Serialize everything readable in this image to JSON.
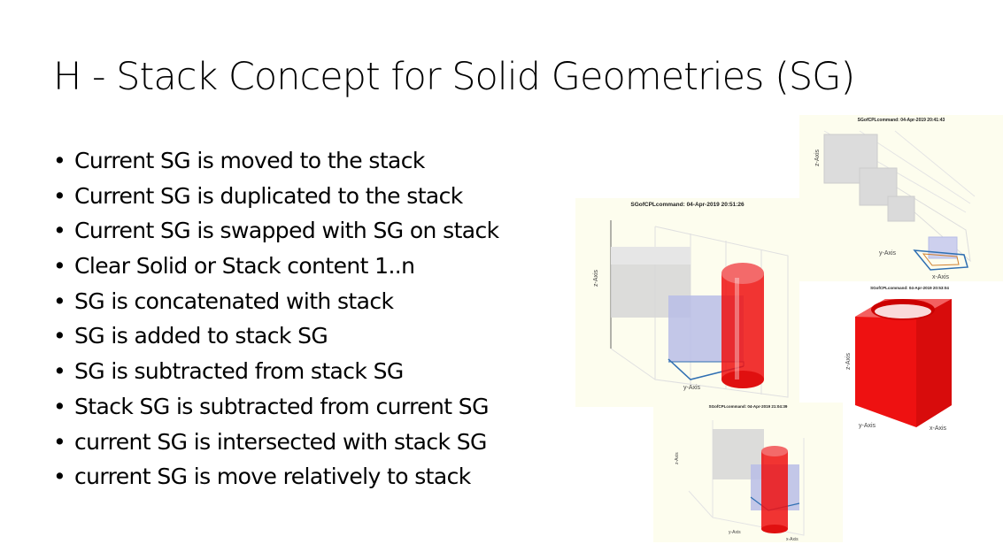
{
  "slide": {
    "title": "H - Stack Concept for Solid Geometries (SG)",
    "bullets": [
      "Current SG is moved to the stack",
      "Current SG is duplicated to the stack",
      "Current SG is swapped with SG on stack",
      "Clear Solid or Stack content 1..n",
      "SG is concatenated with stack",
      "SG is added to stack SG",
      "SG is subtracted from stack SG",
      "Stack SG is subtracted from current SG",
      "current SG is intersected with stack SG",
      "current SG is move relatively to stack"
    ]
  },
  "figures": [
    {
      "title": "SGofCPLcommand: 04-Apr-2019 20:51:26",
      "zlabel": "z-Axis",
      "ylabel": "y-Axis"
    },
    {
      "title": "SGofCPLcommand: 04-Apr-2019 20:41:43",
      "zlabel": "z-Axis",
      "ylabel": "y-Axis",
      "xlabel": "x-Axis"
    },
    {
      "title": "SGofCPLcommand: 04-Apr-2019 20:53:04",
      "zlabel": "z-Axis",
      "ylabel": "y-Axis",
      "xlabel": "x-Axis"
    },
    {
      "title": "SGofCPLcommand: 04-Apr-2019 21:04:39",
      "zlabel": "z-Axis",
      "ylabel": "y-Axis",
      "xlabel": "x-Axis"
    }
  ],
  "colors": {
    "solid_red": "#ee1111",
    "stack_blue": "#b8bde6",
    "grey_box": "#d8d8d8",
    "figure_bg": "#fdfdee"
  }
}
